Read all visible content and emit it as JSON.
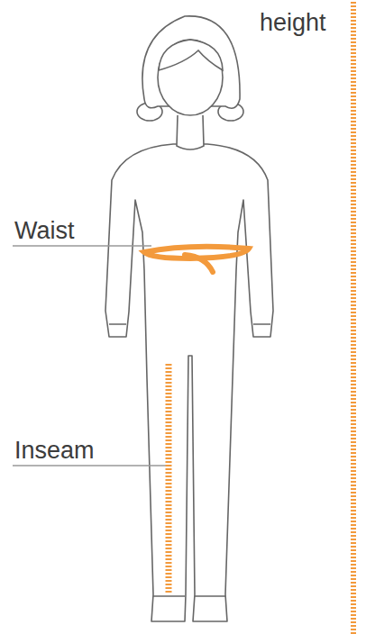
{
  "diagram": {
    "labels": [
      "height",
      "Waist",
      "Inseam"
    ]
  }
}
